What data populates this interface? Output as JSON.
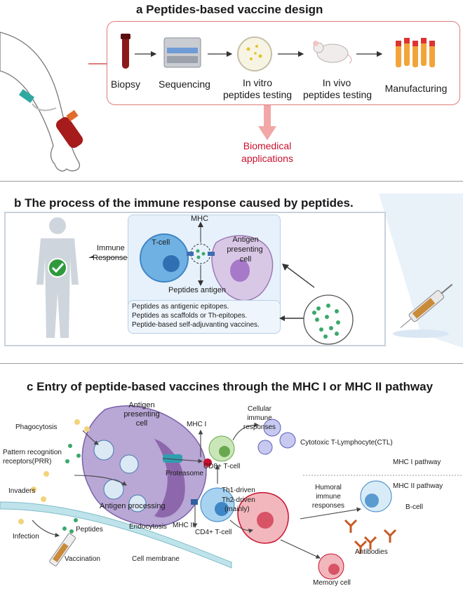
{
  "section_a": {
    "title": "a Peptides-based vaccine design",
    "steps": [
      "Biopsy",
      "Sequencing",
      "In vitro",
      "peptides testing",
      "In vivo",
      "peptides testing",
      "Manufacturing"
    ],
    "output_line1": "Biomedical",
    "output_line2": "applications"
  },
  "section_b": {
    "title": "b The process of the immune response caused by peptides.",
    "immune_line1": "Immune",
    "immune_line2": "Response",
    "mhc": "MHC",
    "tcell": "T-cell",
    "apc_line1": "Antigen",
    "apc_line2": "presenting",
    "apc_line3": "cell",
    "peptides_antigen": "Peptides antigen",
    "roles": [
      "Peptides as antigenic epitopes.",
      "Peptides as scaffolds or Th-epitopes.",
      "Peptide-based self-adjuvanting vaccines."
    ]
  },
  "section_c": {
    "title": "c Entry of peptide-based vaccines through the MHC I or MHC II pathway",
    "apc_line1": "Antigen",
    "apc_line2": "presenting",
    "apc_line3": "cell",
    "phagocytosis": "Phagocytosis",
    "prr_line1": "Pattern recognition",
    "prr_line2": "receptors(PRR)",
    "invaders": "Invaders",
    "infection": "Infection",
    "peptides": "Peptides",
    "antigen_processing": "Antigen processing",
    "endocytosis": "Endocytosis",
    "vaccination": "Vaccination",
    "cell_membrane": "Cell membrane",
    "proteasome": "Proteasome",
    "mhc1": "MHC I",
    "mhc2": "MHC II",
    "cd8": "CD8+ T-cell",
    "cd4": "CD4+ T-cell",
    "cellular_line1": "Cellular",
    "cellular_line2": "immune",
    "cellular_line3": "responses",
    "ctl": "Cytotoxic T-Lymphocyte(CTL)",
    "mhc1_pathway": "MHC I pathway",
    "mhc2_pathway": "MHC II pathway",
    "th1": "Th1-driven",
    "th2_line1": "Th2-driven",
    "th2_line2": "(mainly)",
    "humoral_line1": "Humoral",
    "humoral_line2": "immune",
    "humoral_line3": "responses",
    "bcell": "B-cell",
    "antibodies": "Antibodies",
    "memory": "Memory cell"
  }
}
